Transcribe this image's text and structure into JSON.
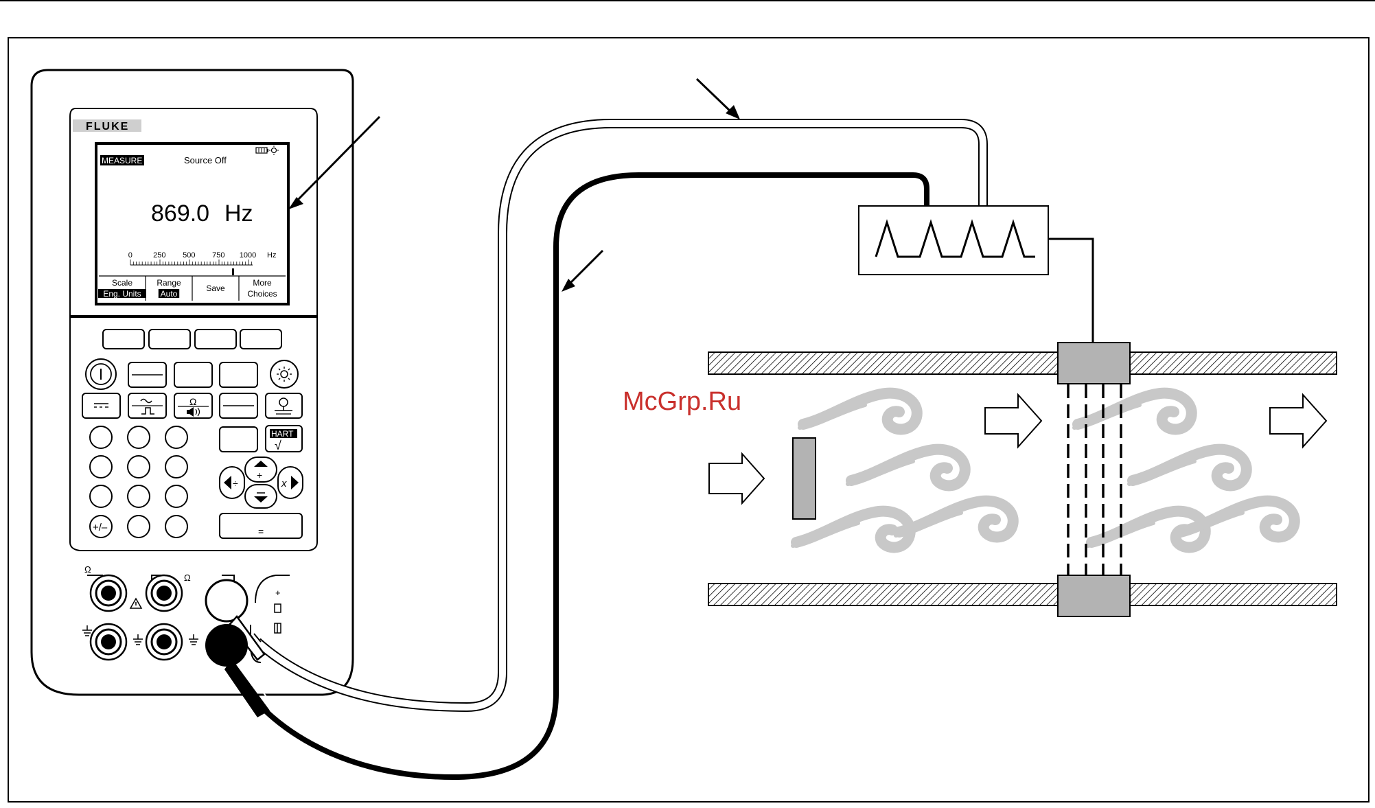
{
  "meter": {
    "brand": "FLUKE",
    "display": {
      "mode": "MEASURE",
      "source_status": "Source Off",
      "reading": "869.0",
      "unit": "Hz",
      "scale_ticks": [
        "0",
        "250",
        "500",
        "750",
        "1000"
      ],
      "scale_unit": "Hz",
      "bar_value": 869
    },
    "softkeys": [
      {
        "label": "Scale",
        "value": "Eng. Units"
      },
      {
        "label": "Range",
        "value": "Auto"
      },
      {
        "label": "Save",
        "value": ""
      },
      {
        "label": "More",
        "value": "Choices"
      }
    ],
    "keys": {
      "hart": "HART",
      "sqrt": "√",
      "plus_minus": "+/–",
      "equals": "=",
      "ohm": "Ω",
      "divide": "÷",
      "multiply": "x",
      "plus": "+"
    },
    "jack_labels": {
      "ohm": "Ω",
      "plus": "+"
    }
  },
  "watermark": "McGrp.Ru",
  "colors": {
    "ink": "#000000",
    "grey_fill": "#b3b3b3",
    "swirl": "#c8c8c8",
    "watermark": "#c9302c",
    "panel": "#f2f2f2"
  }
}
